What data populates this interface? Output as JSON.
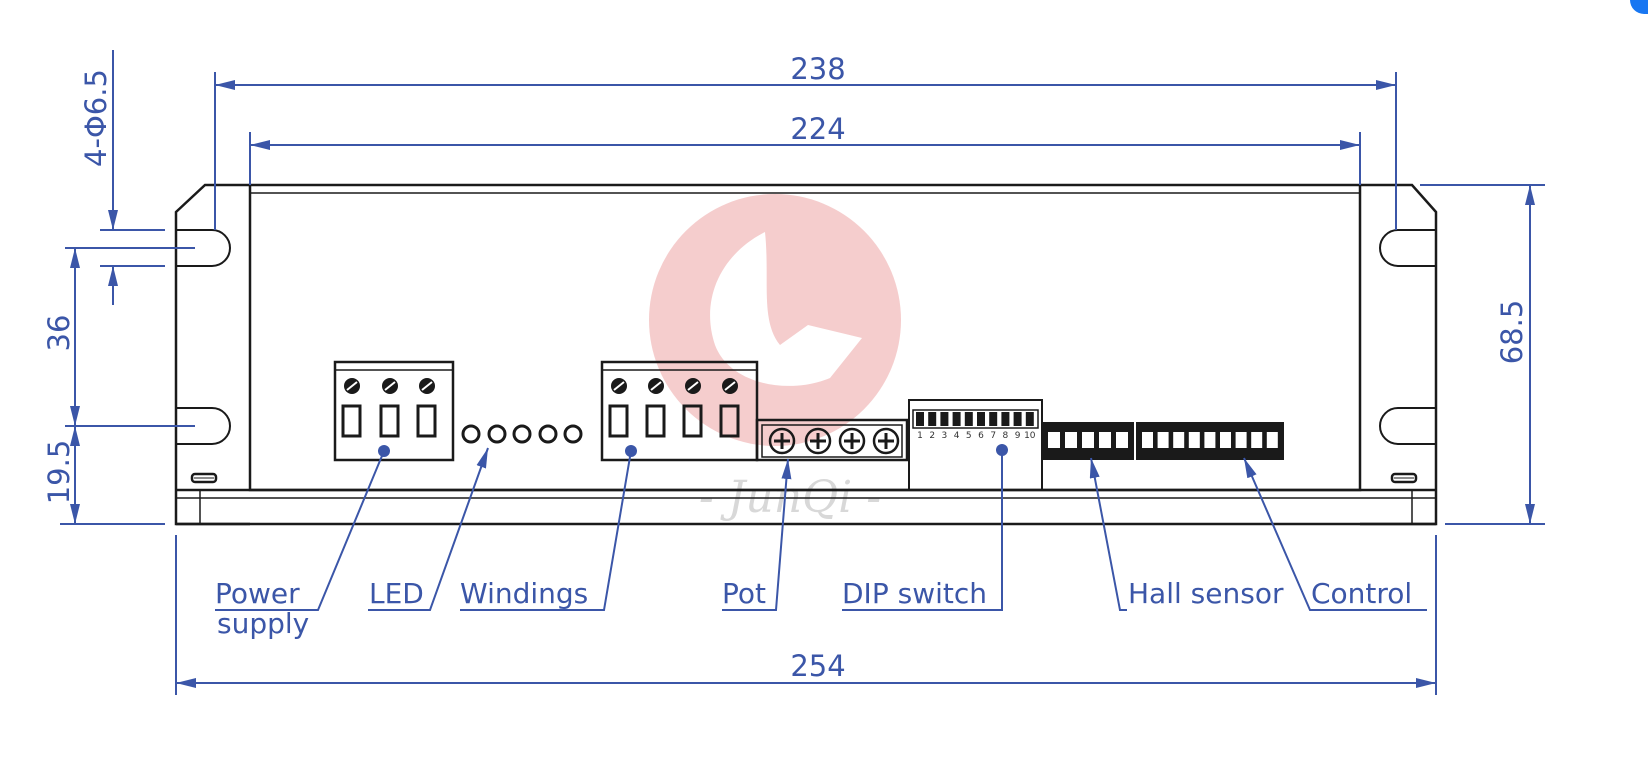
{
  "dimensions": {
    "width_overall": "238",
    "width_body": "224",
    "width_base": "254",
    "height_overall": "68.5",
    "hole_spacing": "36",
    "hole_offset": "19.5",
    "hole_spec": "4-Φ6.5"
  },
  "labels": {
    "power": "Power",
    "power_2": "supply",
    "led": "LED",
    "windings": "Windings",
    "pot": "Pot",
    "dip": "DIP switch",
    "hall": "Hall sensor",
    "control": "Control"
  },
  "watermark": "- JunQi -",
  "dip_numbers": [
    "1",
    "2",
    "3",
    "4",
    "5",
    "6",
    "7",
    "8",
    "9",
    "10"
  ],
  "colors": {
    "dimension": "#3b56a8",
    "outline": "#1a1a1a",
    "watermark_logo": "#e8a0a0",
    "accent_corner": "#1877f2"
  }
}
